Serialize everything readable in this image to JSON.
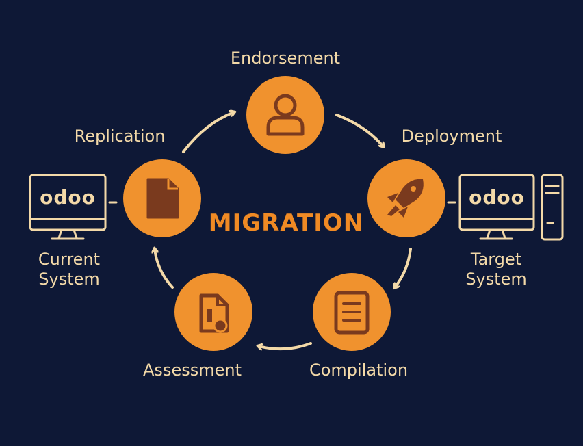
{
  "center_title": "MIGRATION",
  "stages": {
    "endorsement": "Endorsement",
    "deployment": "Deployment",
    "compilation": "Compilation",
    "assessment": "Assessment",
    "replication": "Replication"
  },
  "systems": {
    "current_line1": "Current",
    "current_line2": "System",
    "target_line1": "Target",
    "target_line2": "System",
    "logo_text": "odoo"
  },
  "icons": {
    "endorsement": "person-icon",
    "deployment": "rocket-icon",
    "compilation": "document-lines-icon",
    "assessment": "file-badge-icon",
    "replication": "file-icon"
  },
  "colors": {
    "background": "#0e1836",
    "circle": "#f0922e",
    "icon": "#7a3a1e",
    "accent_text": "#f08a24",
    "label_text": "#f3d9a8"
  }
}
